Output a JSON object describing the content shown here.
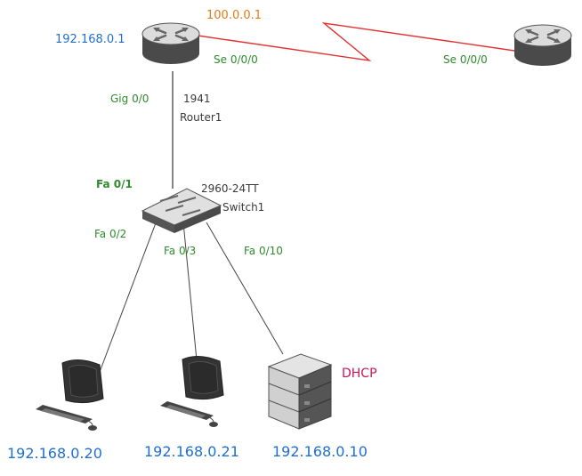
{
  "colors": {
    "link": "#444444",
    "wan_link": "#e03131",
    "device_dark": "#555555",
    "device_light": "#e6e6e6",
    "interface_label": "#2e8b2e",
    "ip_label": "#1f6fd1",
    "wan_ip_label": "#e07b1a",
    "service_label": "#c2185b"
  },
  "devices": {
    "router1": {
      "ip": "192.168.0.1",
      "model": "1941",
      "name": "Router1",
      "icon": "router-icon"
    },
    "router2": {
      "icon": "router-icon"
    },
    "switch1": {
      "model": "2960-24TT",
      "name": "Switch1",
      "icon": "switch-icon"
    },
    "pc1": {
      "ip": "192.168.0.20",
      "icon": "pc-icon"
    },
    "pc2": {
      "ip": "192.168.0.21",
      "icon": "pc-icon"
    },
    "server": {
      "ip": "192.168.0.10",
      "label": "DHCP",
      "icon": "server-icon"
    }
  },
  "interfaces": {
    "r1_serial": "Se 0/0/0",
    "r2_serial": "Se 0/0/0",
    "r1_gig": "Gig 0/0",
    "sw_fa01": "Fa 0/1",
    "sw_fa02": "Fa 0/2",
    "sw_fa03": "Fa 0/3",
    "sw_fa010": "Fa 0/10"
  },
  "wan": {
    "ip": "100.0.0.1"
  }
}
